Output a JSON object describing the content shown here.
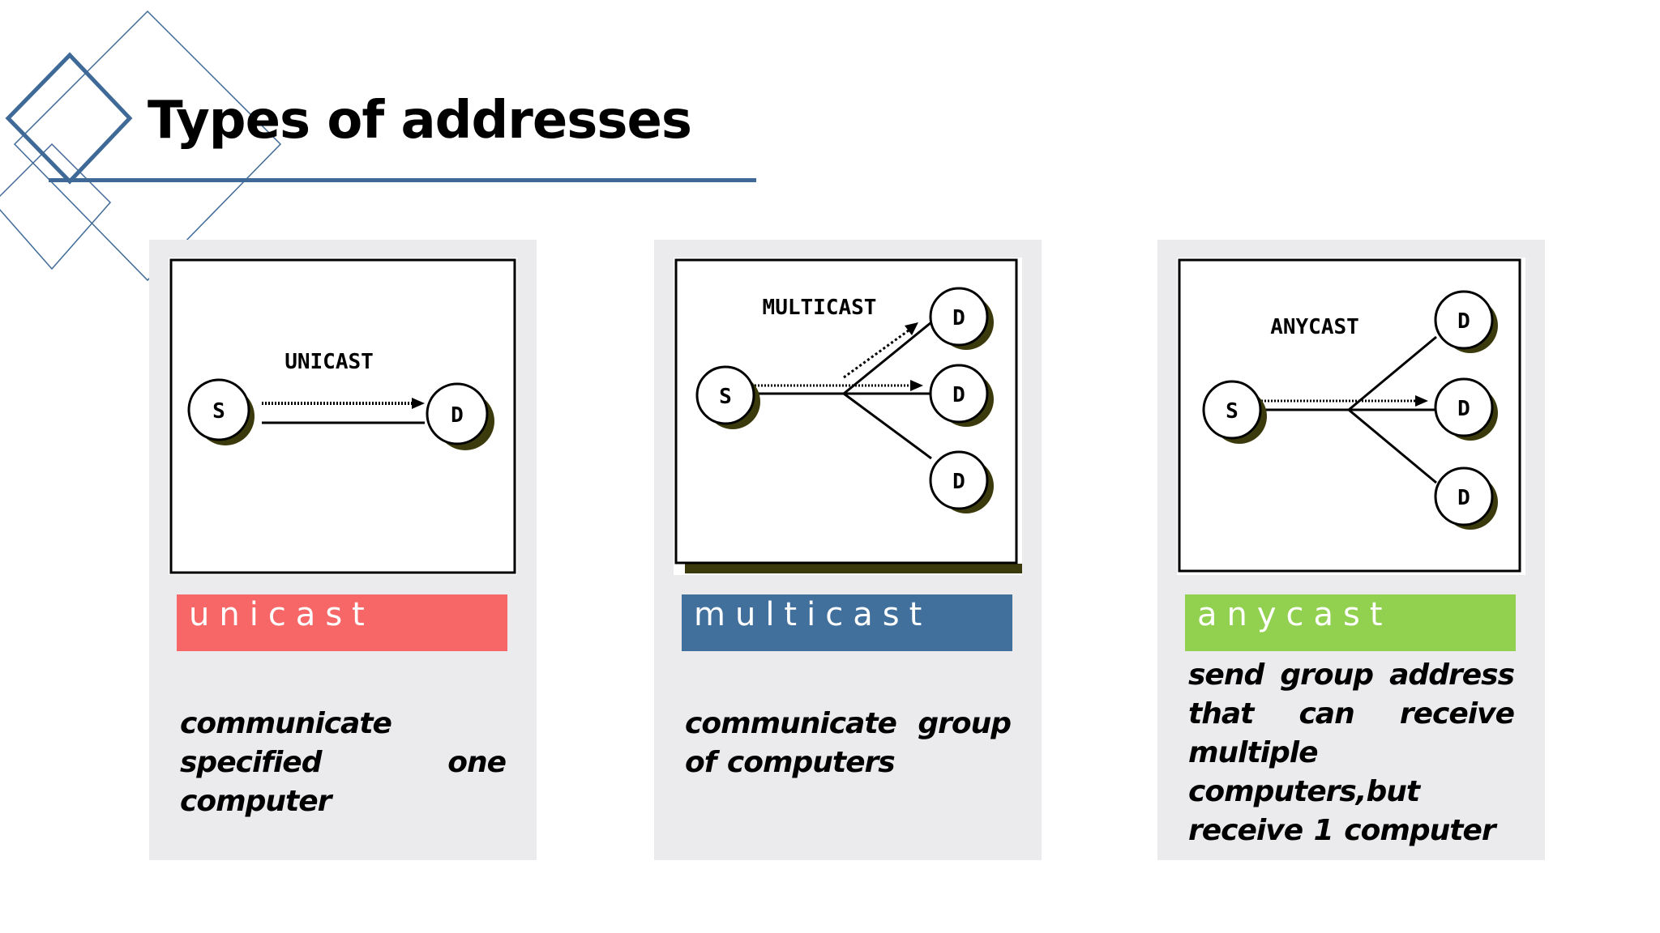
{
  "slide": {
    "title": "Types of addresses",
    "accent_color": "#3f6a98"
  },
  "cards": [
    {
      "label": "unicast",
      "label_color": "#f86767",
      "description": "communicate specified one computer",
      "diagram": {
        "heading": "UNICAST",
        "source": "S",
        "destinations": [
          "D"
        ]
      }
    },
    {
      "label": "multicast",
      "label_color": "#41709c",
      "description": "communicate group of computers",
      "diagram": {
        "heading": "MULTICAST",
        "source": "S",
        "destinations": [
          "D",
          "D",
          "D"
        ]
      }
    },
    {
      "label": "anycast",
      "label_color": "#92d050",
      "description": "send group address that can receive multiple computers,but receive 1 computer",
      "diagram": {
        "heading": "ANYCAST",
        "source": "S",
        "destinations": [
          "D",
          "D",
          "D"
        ]
      }
    }
  ]
}
